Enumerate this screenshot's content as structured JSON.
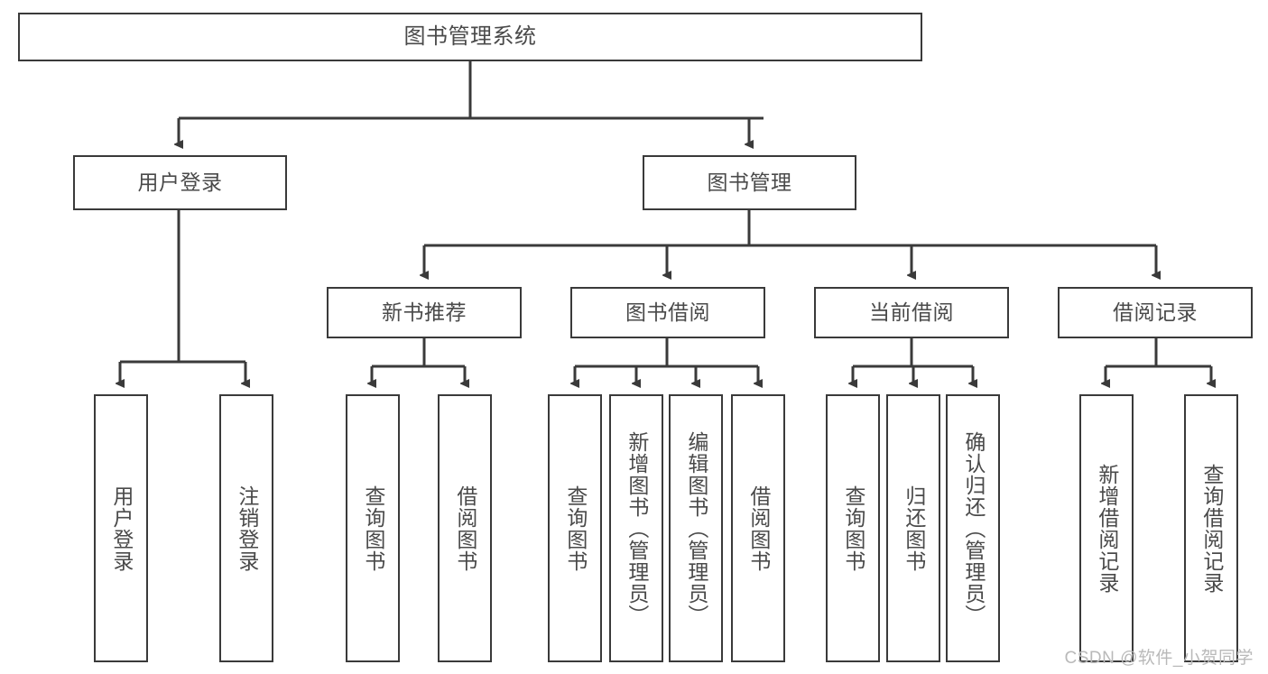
{
  "diagram": {
    "type": "tree",
    "title": "图书管理系统",
    "watermark": "CSDN @软件_小贺同学",
    "colors": {
      "box_border": "#3a3a3a",
      "box_fill": "#ffffff",
      "text": "#4a4a4a",
      "connector": "#3a3a3a",
      "watermark": "#b9b9b9"
    },
    "root": {
      "label": "图书管理系统"
    },
    "level2": [
      {
        "label": "用户登录"
      },
      {
        "label": "图书管理"
      }
    ],
    "level3": [
      {
        "label": "新书推荐"
      },
      {
        "label": "图书借阅"
      },
      {
        "label": "当前借阅"
      },
      {
        "label": "借阅记录"
      }
    ],
    "leaves": {
      "user_login": [
        {
          "label": "用户登录"
        },
        {
          "label": "注销登录"
        }
      ],
      "new_book": [
        {
          "label": "查询图书"
        },
        {
          "label": "借阅图书"
        }
      ],
      "book_borrow": [
        {
          "label": "查询图书"
        },
        {
          "label": "新增图书（管理员）"
        },
        {
          "label": "编辑图书（管理员）"
        },
        {
          "label": "借阅图书"
        }
      ],
      "current_borrow": [
        {
          "label": "查询图书"
        },
        {
          "label": "归还图书"
        },
        {
          "label": "确认归还（管理员）"
        }
      ],
      "borrow_record": [
        {
          "label": "新增借阅记录"
        },
        {
          "label": "查询借阅记录"
        }
      ]
    }
  }
}
